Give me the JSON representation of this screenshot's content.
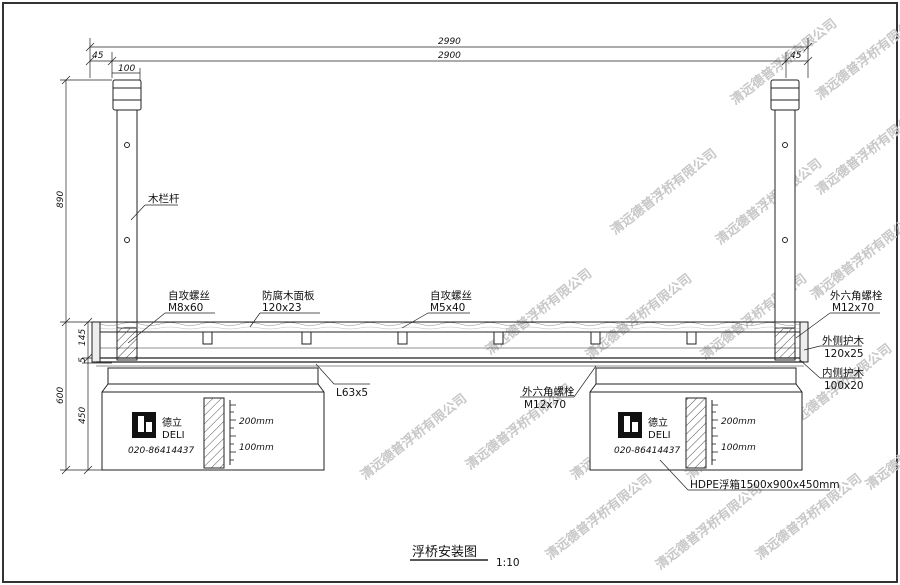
{
  "dimensions": {
    "overall_width": "2990",
    "inner_width": "2900",
    "left_offset": "45",
    "right_offset": "45",
    "post_width": "100",
    "post_height": "890",
    "deck_thickness": "145",
    "gap": "5",
    "float_total": "600",
    "float_height": "450"
  },
  "labels": {
    "post": "木栏杆",
    "self_tapping_screw_1": "自攻螺丝",
    "self_tapping_screw_1_spec": "M8x60",
    "deck_board": "防腐木面板",
    "deck_board_spec": "120x23",
    "self_tapping_screw_2": "自攻螺丝",
    "self_tapping_screw_2_spec": "M5x40",
    "hex_bolt_right": "外六角螺栓",
    "hex_bolt_right_spec": "M12x70",
    "outer_guard": "外侧护木",
    "outer_guard_spec": "120x25",
    "inner_guard": "内侧护木",
    "inner_guard_spec": "100x20",
    "angle_steel": "L63x5",
    "hex_bolt_lower": "外六角螺栓",
    "hex_bolt_lower_spec": "M12x70",
    "float_box": "HDPE浮箱1500x900x450mm"
  },
  "float_box": {
    "brand_cn": "德立",
    "brand_en": "DELI",
    "phone": "020-86414437",
    "level_200": "200mm",
    "level_100": "100mm"
  },
  "title": {
    "text": "浮桥安装图",
    "scale": "1:10"
  },
  "watermark": "清远德普浮桥有限公司"
}
